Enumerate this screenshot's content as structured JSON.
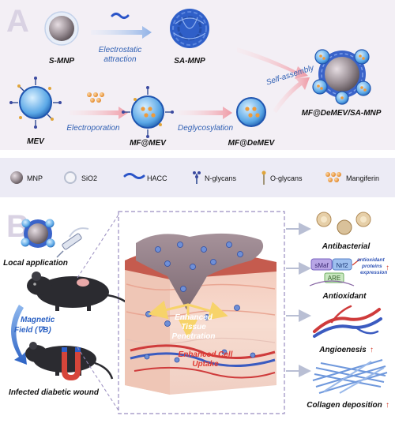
{
  "panel_a": {
    "letter": "A",
    "s_mnp": "S-MNP",
    "electrostatic_1": "Electrostatic",
    "electrostatic_2": "attraction",
    "sa_mnp": "SA-MNP",
    "self_assembly": "Self-assembly",
    "final": "MF@DeMEV/SA-MNP",
    "mev": "MEV",
    "electroporation": "Electroporation",
    "mf_mev": "MF@MEV",
    "deglycosylation": "Deglycosylation",
    "mf_demev": "MF@DeMEV"
  },
  "legend": [
    {
      "label": "MNP",
      "icon": "mnp-icon"
    },
    {
      "label": "SiO2",
      "icon": "sio2-icon"
    },
    {
      "label": "HACC",
      "icon": "hacc-icon"
    },
    {
      "label": "N-glycans",
      "icon": "n-glycan-icon"
    },
    {
      "label": "O-glycans",
      "icon": "o-glycan-icon"
    },
    {
      "label": "Mangiferin",
      "icon": "mangiferin-icon"
    }
  ],
  "panel_b": {
    "letter": "B",
    "local_application": "Local application",
    "magnetic_1": "Magnetic",
    "magnetic_2": "Field (∇B)",
    "infected_wound": "Infected diabetic wound",
    "enhanced_tissue_1": "Enhanced",
    "enhanced_tissue_2": "Tissue",
    "enhanced_tissue_3": "Penetration",
    "enhanced_cell_1": "Enhanced Cell",
    "enhanced_cell_2": "Uptake",
    "antibacterial": "Antibacterial",
    "smaf": "sMaf",
    "nrf2": "Nrf2",
    "are": "ARE",
    "antiox_note_1": "antioxidant",
    "antiox_note_2": "proteins",
    "antiox_note_3": "expression",
    "antioxidant": "Antioxidant",
    "angiogenesis": "Angioenesis",
    "collagen": "Collagen deposition",
    "up_arrow": "↑"
  },
  "colors": {
    "panel_a_bg": "#f2eef4",
    "legend_bg": "#ecebf5",
    "hacc_blue": "#2a54c8",
    "label_blue": "#2f5fb3",
    "mnp_gray": "#9a9096",
    "mangiferin_orange": "#ee9b3c",
    "red": "#d23a2a",
    "arrow_pink": "#f2b9c0"
  }
}
